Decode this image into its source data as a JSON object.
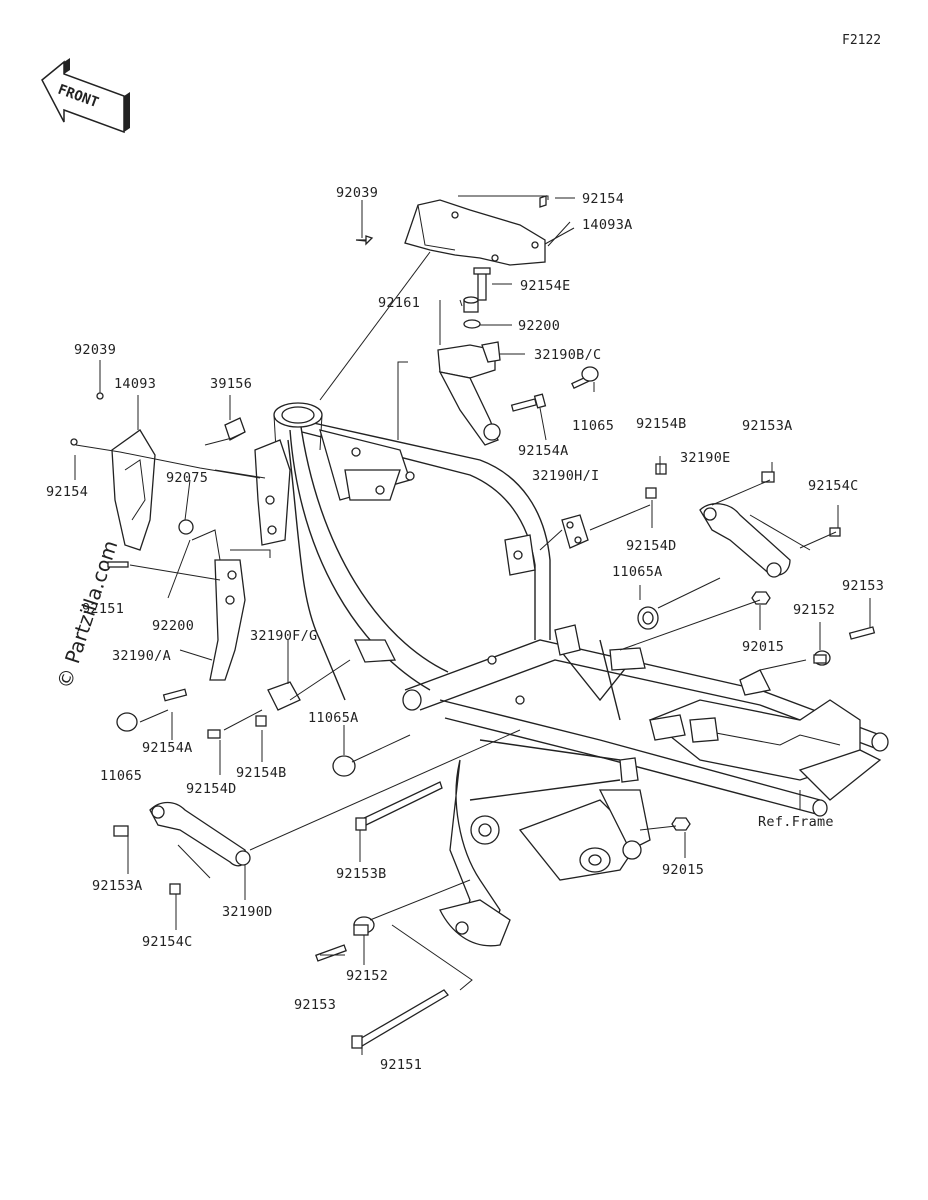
{
  "figure_code": "F2122",
  "front_arrow_label": "FRONT",
  "watermark": "© Partzilla.com",
  "labels": {
    "l_92039_top": "92039",
    "l_92154_top": "92154",
    "l_14093A": "14093A",
    "l_92154E": "92154E",
    "l_92161": "92161",
    "l_92200_top": "92200",
    "l_32190BC": "32190B/C",
    "l_92154B_top": "92154B",
    "l_11065_top": "11065",
    "l_92154A_top": "92154A",
    "l_92153A_top": "92153A",
    "l_32190E": "32190E",
    "l_32190HI": "32190H/I",
    "l_92154C_top": "92154C",
    "l_92154D_top": "92154D",
    "l_11065A_top": "11065A",
    "l_92015_top": "92015",
    "l_92153_right": "92153",
    "l_92152_right": "92152",
    "l_92039_left": "92039",
    "l_14093": "14093",
    "l_39156": "39156",
    "l_92075": "92075",
    "l_92154_left": "92154",
    "l_92151_left": "92151",
    "l_92200_left": "92200",
    "l_32190A": "32190/A",
    "l_32190FG": "32190F/G",
    "l_11065A_mid": "11065A",
    "l_92154A_left": "92154A",
    "l_11065_left": "11065",
    "l_92154D_left": "92154D",
    "l_92154B_left": "92154B",
    "l_92153A_left": "92153A",
    "l_32190D": "32190D",
    "l_92154C_left": "92154C",
    "l_92153B": "92153B",
    "l_92015_mid": "92015",
    "l_ref_frame": "Ref.Frame",
    "l_92153_bottom": "92153",
    "l_92152_bottom": "92152",
    "l_92151_bottom": "92151"
  }
}
